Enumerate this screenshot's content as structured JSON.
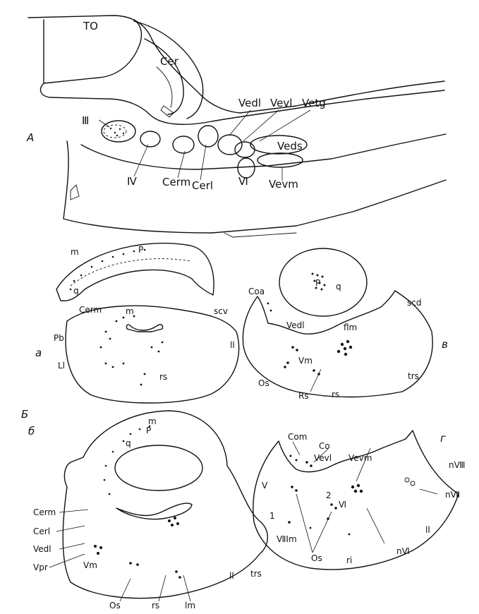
{
  "panel_letters": {
    "A": "А",
    "B": "Б",
    "a": "а",
    "b": "б",
    "v": "в",
    "g": "г"
  },
  "panelA": {
    "TO": "TO",
    "Cer": "Cer",
    "III": "Ⅲ",
    "IV": "Ⅳ",
    "Cerm": "Cerm",
    "Cerl": "Cerl",
    "Vedl": "Vedl",
    "Vevl": "Vevl",
    "Vetg": "Vetg",
    "Veds": "Veds",
    "VI": "Ⅵ",
    "Vevm": "Vevm"
  },
  "panel_a": {
    "m_top": "m",
    "P": "P",
    "q": "q",
    "Cerm": "Cerm",
    "m": "m",
    "scv": "scv",
    "Pb": "Pb",
    "ll": "ll",
    "Ll": "Ll",
    "rs": "rs"
  },
  "panel_v": {
    "P": "P",
    "q": "q",
    "Coa": "Coa",
    "scd": "scd",
    "Vedl": "Vedl",
    "flm": "flm",
    "Vm": "Vm",
    "trs": "trs",
    "Os": "Os",
    "Rs": "Rs",
    "rs": "rs"
  },
  "panel_b": {
    "m": "m",
    "P": "P",
    "q": "q",
    "Cerm": "Cerm",
    "Cerl": "Cerl",
    "Vedl": "Vedl",
    "Vpr": "Vpr",
    "Vm": "Vm",
    "ll": "ll",
    "trs": "trs",
    "Os": "Os",
    "rs": "rs",
    "lm": "lm"
  },
  "panel_g": {
    "Com": "Com",
    "Co": "Co",
    "Vevl": "Vevl",
    "Vevm": "Vevm",
    "nVIII": "nⅧ",
    "V": "V",
    "n2": "2",
    "VI": "Ⅵ",
    "nVII": "nⅦ",
    "n1": "1",
    "ll": "ll",
    "VIIm": "ⅦIm",
    "Os": "Os",
    "ri": "ri",
    "nVI": "nⅥ"
  },
  "colors": {
    "ink": "#111111",
    "paper": "#ffffff"
  }
}
